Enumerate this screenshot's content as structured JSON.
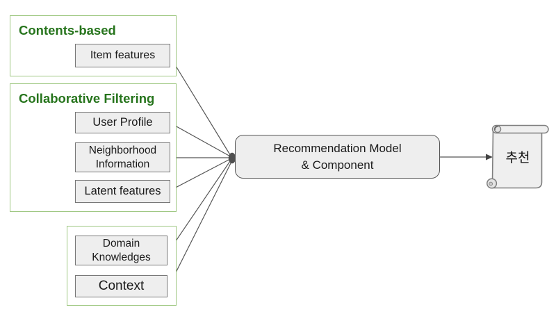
{
  "diagram": {
    "groups": {
      "contents_based": {
        "title": "Contents-based"
      },
      "collaborative_filtering": {
        "title": "Collaborative Filtering"
      },
      "other_sources": {
        "title": ""
      }
    },
    "nodes": {
      "item_features": {
        "label": "Item features"
      },
      "user_profile": {
        "label": "User Profile"
      },
      "neighborhood_information": {
        "label": "Neighborhood\nInformation"
      },
      "latent_features": {
        "label": "Latent features"
      },
      "domain_knowledges": {
        "label": "Domain\nKnowledges"
      },
      "context": {
        "label": "Context"
      }
    },
    "center": {
      "label": "Recommendation Model\n& Component"
    },
    "output": {
      "label": "추천"
    },
    "colors": {
      "group_border": "#9ec781",
      "group_title": "#26741c",
      "node_fill": "#eeeeee",
      "node_border": "#787878",
      "center_border": "#565656",
      "connector": "#565656"
    }
  }
}
